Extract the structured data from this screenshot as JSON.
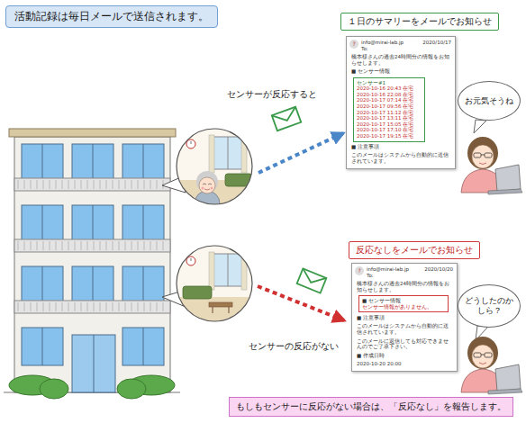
{
  "diagram": {
    "title": "活動記録は毎日メールで送信されます。",
    "caption": "もしもセンサーに反応がない場合は、「反応なし」を報告します。",
    "nodes": [
      {
        "text": [
          "１日のサマリーをメールでお知らせ"
        ]
      },
      {
        "text": [
          "?",
          "info@mirai-lab.jp",
          "2020/10/17",
          "To:",
          "橋本様さんの過去24時間分の情報をお知らせします。",
          "■ センサー情報",
          "■ 注意事項",
          "このメールはシステムから自動的に送信されています。"
        ]
      },
      {
        "text": [
          "センサー#1",
          "2020-10-16 20:43 在宅",
          "2020-10-16 22:08 在宅",
          "2020-10-17 07:14 在宅",
          "2020-10-17 09:56 在宅",
          "2020-10-17 11:12 在宅",
          "2020-10-17 13:11 在宅",
          "2020-10-17 15:05 在宅",
          "2020-10-17 17:10 在宅",
          "2020-10-17 19:15 在宅"
        ],
        "in": 1
      },
      {
        "text": [
          "お元気そうね"
        ]
      },
      {
        "text": [
          "反応なしをメールでお知らせ"
        ]
      },
      {
        "text": [
          "?",
          "info@mirai-lab.jp",
          "2020/10/20",
          "To:",
          "橋本様さんの過去24時間分の情報をお知らせします。",
          "■ 注意事項",
          "このメールはシステムから自動的に送信されています。",
          "このメールに返信しても対応できませんのでご了承下さい。",
          "■ 作成日時",
          "2020-10-20 20:00"
        ]
      },
      {
        "text": [
          "■ センサー情報",
          "センサー情報がありません。"
        ],
        "in": 5
      },
      {
        "text": [
          "どうしたのかしら？"
        ]
      }
    ],
    "labels": [
      "センサーが反応すると",
      "センサーの反応がない"
    ]
  }
}
